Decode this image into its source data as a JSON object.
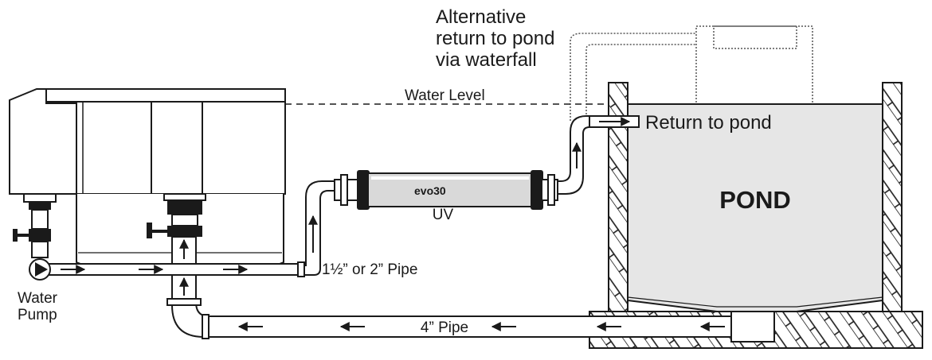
{
  "labels": {
    "alternative_line1": "Alternative",
    "alternative_line2": "return to pond",
    "alternative_line3": "via waterfall",
    "water_level": "Water Level",
    "return_to_pond": "Return to pond",
    "pond": "POND",
    "uv": "UV",
    "uv_brand": "evo30",
    "small_pipe": "1½” or 2” Pipe",
    "large_pipe": "4” Pipe",
    "pump_line1": "Water",
    "pump_line2": "Pump"
  },
  "colors": {
    "outline": "#1a1a1a",
    "pond_fill": "#e6e6e6",
    "uv_body": "#d9d9d9",
    "uv_cap": "#1a1a1a"
  },
  "icons": {
    "flow_arrow": "arrow-icon",
    "pump": "pump-icon",
    "valve": "valve-handle-icon"
  }
}
